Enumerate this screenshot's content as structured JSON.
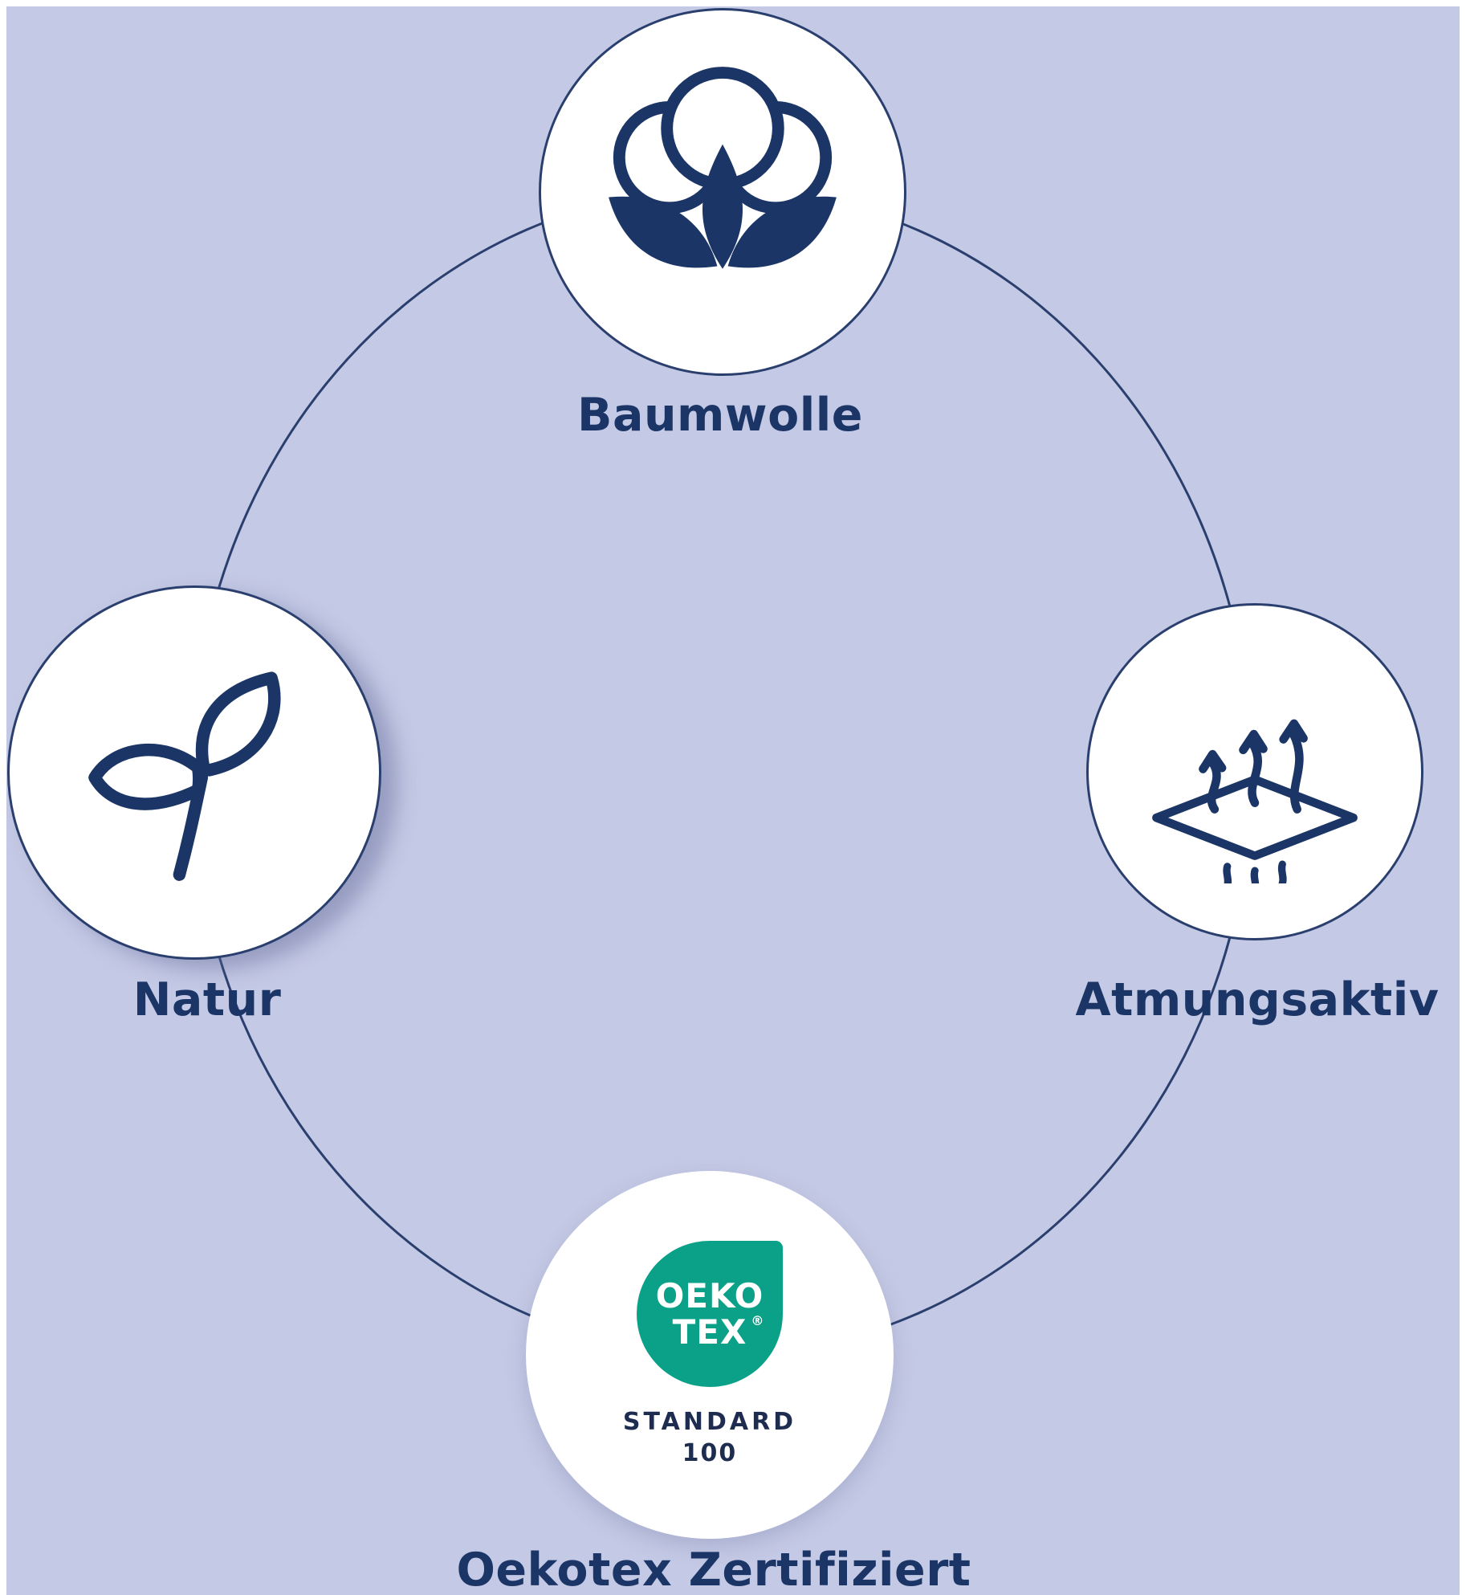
{
  "page": {
    "background": "#c4c9e5",
    "frame": "#ffffff",
    "navy": "#1b3566",
    "ring_color": "#2a3f6e",
    "oekotex_green": "#0ba188"
  },
  "badges": {
    "baumwolle": {
      "label": "Baumwolle",
      "icon": "cotton-icon"
    },
    "natur": {
      "label": "Natur",
      "icon": "leaf-icon"
    },
    "atmungsaktiv": {
      "label": "Atmungsaktiv",
      "icon": "breathable-icon"
    },
    "oekotex": {
      "label": "Oekotex Zertifiziert",
      "icon": "oekotex-logo",
      "logo_line1": "OEKO",
      "logo_line2": "TEX",
      "logo_reg": "®",
      "logo_sub_line1": "STANDARD",
      "logo_sub_line2": "100"
    }
  }
}
